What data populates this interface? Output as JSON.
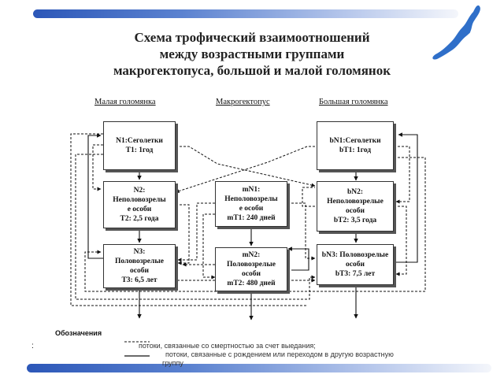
{
  "title": {
    "line1": "Схема трофический взаимоотношений",
    "line2": "между возрастными группами",
    "line3": "макрогектопуса, большой и малой голомянок"
  },
  "columns": {
    "small": "Малая голомянка",
    "macro": "Макрогектопус",
    "big": "Большая голомянка"
  },
  "boxes": {
    "n1": [
      "N1:Сеголетки",
      "T1: 1год"
    ],
    "n2": [
      "N2:",
      "Неполовозрелы",
      "е особи",
      "T2: 2,5 года"
    ],
    "n3": [
      "N3:",
      "Половозрелые",
      "особи",
      "T3: 6,5 лет"
    ],
    "mn1": [
      "mN1:",
      "Неполовозрелы",
      "е особи",
      "mT1: 240 дней"
    ],
    "mn2": [
      "mN2:",
      "Половозрелые",
      "особи",
      "mT2: 480 дней"
    ],
    "bn1": [
      "bN1:Сеголетки",
      "bT1: 1год"
    ],
    "bn2": [
      "bN2:",
      "Неполовозрелые",
      "особи",
      "bT2: 3,5 года"
    ],
    "bn3": [
      "bN3: Половозрелые",
      "особи",
      "bT3: 7,5 лет"
    ]
  },
  "legend": {
    "heading": "Обозначения",
    "colon": ":",
    "item1": "потоки, связанные со смертностью за счет выедания;",
    "item2": "потоки, связанные с рождением или переходом в другую возрастную",
    "item2_cont": "группу"
  }
}
